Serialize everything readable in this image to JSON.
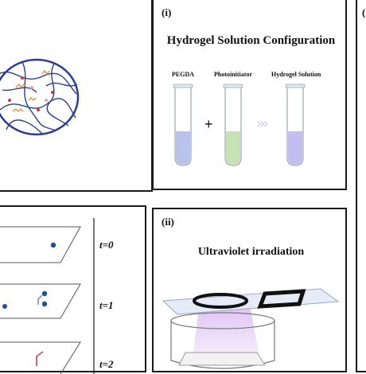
{
  "panels": {
    "i": {
      "tag": "(i)",
      "title": "Hydrogel Solution Configuration",
      "tubes": [
        {
          "label": "PEGDA",
          "fill": "#b9c3ec"
        },
        {
          "label": "Photoinitiator",
          "fill": "#c6e2b4"
        },
        {
          "label": "Hydrogel Solution",
          "fill": "#c4bdf0"
        }
      ],
      "plus": "+",
      "arrows": "›››"
    },
    "ii": {
      "tag": "(ii)",
      "title": "Ultraviolet irradiation"
    },
    "right_edge_tag": "(",
    "time_steps": [
      "t=0",
      "t=1",
      "t=2"
    ]
  },
  "colors": {
    "border": "#1a1a1a",
    "network_line": "#2a3f8f",
    "particle": "#1e4f9c",
    "uv_light": "#d9b8f0"
  }
}
